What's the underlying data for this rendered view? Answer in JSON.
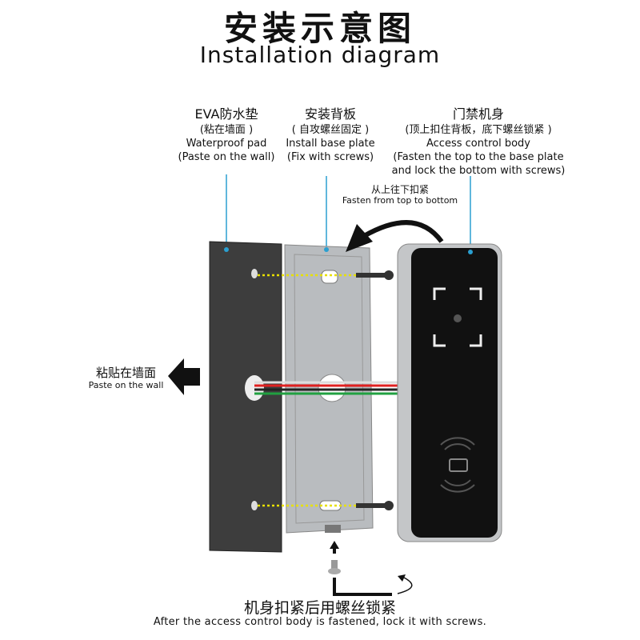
{
  "title_cn": "安装示意图",
  "title_en": "Installation diagram",
  "labels": [
    {
      "cn": "EVA防水垫",
      "cn_note": "(粘在墙面 )",
      "en": "Waterproof pad",
      "en_note": "(Paste on the wall)"
    },
    {
      "cn": "安装背板",
      "cn_note": "( 自攻螺丝固定 )",
      "en": "Install base plate",
      "en_note": "(Fix with screws)"
    },
    {
      "cn": "门禁机身",
      "cn_note": "(顶上扣住背板，底下螺丝锁紧 )",
      "en": "Access control body",
      "en_note": "(Fasten the top to the base plate",
      "en_note2": "and lock the bottom with screws)"
    }
  ],
  "fasten": {
    "cn": "从上往下扣紧",
    "en": "Fasten from top to bottom"
  },
  "paste": {
    "cn": "粘贴在墙面",
    "en": "Paste on the wall"
  },
  "bottom": {
    "cn": "机身扣紧后用螺丝锁紧",
    "en": "After the access control body is fastened, lock it with screws."
  },
  "colors": {
    "leader": "#2a9fd0",
    "pad": "#3a3a3a",
    "plate": "#b9bcbf",
    "body_face": "#111111",
    "dots": "#e8e000"
  }
}
